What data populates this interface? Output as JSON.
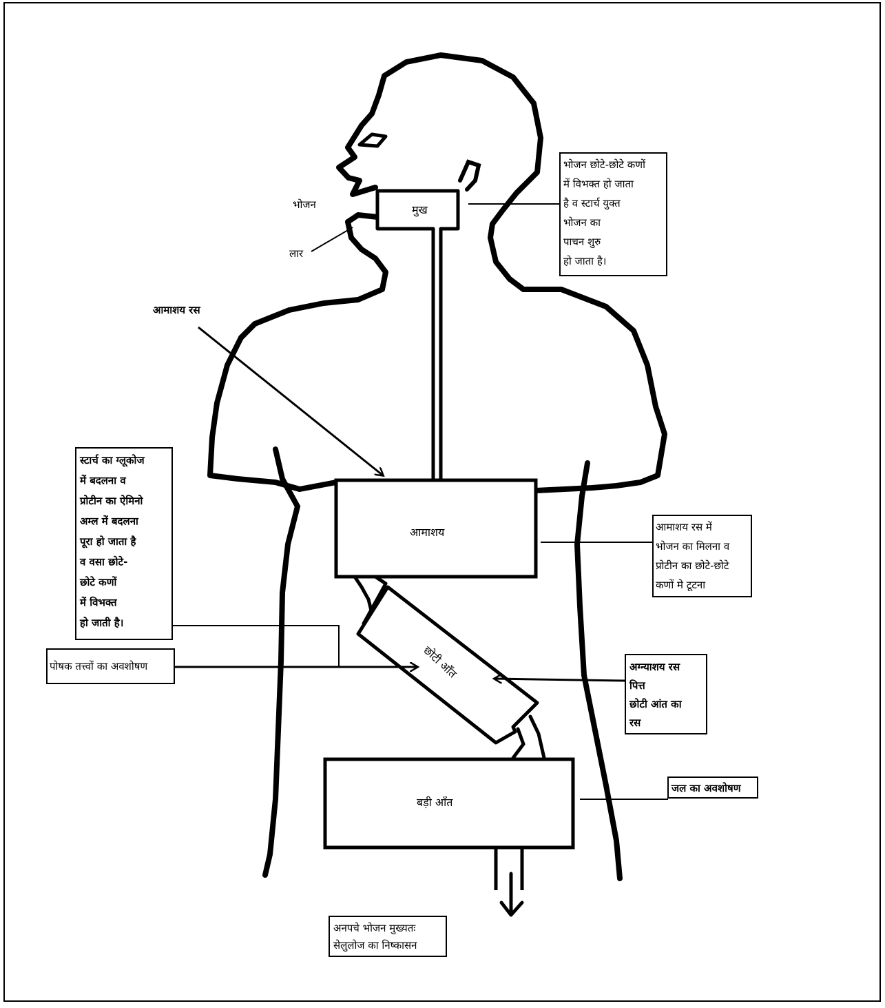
{
  "labels": {
    "bhojan": "भोजन",
    "mukh": "मुख",
    "laar": "लार",
    "amashay_ras": "आमाशय रस",
    "amashay": "आमाशय",
    "choti_aant": "छोटी आँत",
    "badi_aant": "बड़ी आँत"
  },
  "notes": {
    "mouth": [
      "भोजन छोटे-छोटे कणों",
      "में विभक्त हो जाता",
      "है व स्टार्च युक्त",
      "भोजन का",
      "पाचन शुरु",
      "हो जाता है।"
    ],
    "stomach": [
      "आमाशय रस में",
      "भोजन का मिलना व",
      "प्रोटीन का छोटे-छोटे",
      "कणों मे टूटना"
    ],
    "small_intestine_left": [
      "स्टार्च का ग्लूकोज",
      "में बदलना व",
      "प्रोटीन का ऐमिनो",
      "अम्ल में बदलना",
      "पूरा हो जाता है",
      "व वसा छोटे-",
      "छोटे कणों",
      "में विभक्त",
      "हो जाती है।"
    ],
    "absorption": "पोषक तत्त्वों का अवशोषण",
    "juices": [
      "अग्न्याशय रस",
      "पित्त",
      "छोटी आंत का",
      "रस"
    ],
    "water": "जल का अवशोषण",
    "egestion": [
      "अनपचे भोजन मुख्यतः",
      "सेलुलोज का निष्कासन"
    ]
  }
}
